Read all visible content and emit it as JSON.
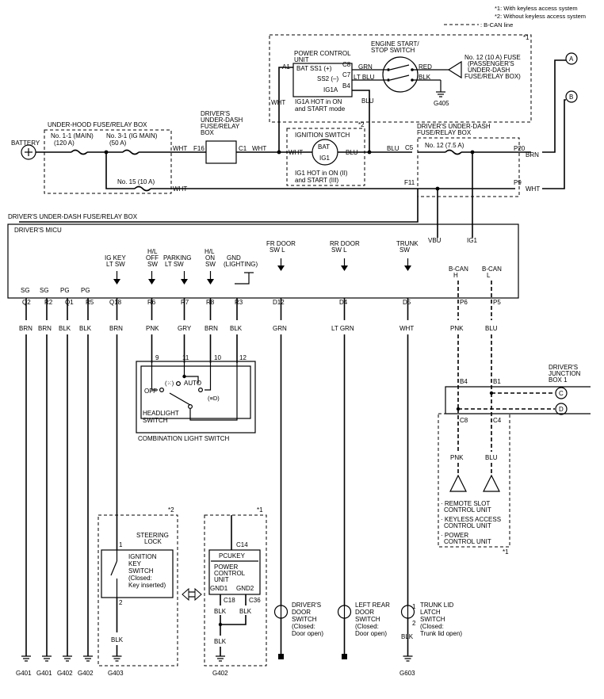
{
  "legend": {
    "note1": "*1: With keyless access system",
    "note2": "*2: Without keyless access system",
    "note3": ": B-CAN line"
  },
  "connectors": {
    "a": "A",
    "b": "B",
    "c": "C",
    "d": "D"
  },
  "top_block": {
    "marker": "*1",
    "pcu_l1": "POWER CONTROL",
    "pcu_l2": "UNIT",
    "a1": "A1",
    "bat_ss1": "BAT SS1 (+)",
    "ss2": "SS2 (–)",
    "ig1a": "IG1A",
    "c8": "C8",
    "c7": "C7",
    "b4": "B4",
    "grn": "GRN",
    "lt_blu": "LT BLU",
    "red": "RED",
    "blk": "BLK",
    "estart_l1": "ENGINE START/",
    "estart_l2": "STOP SWITCH",
    "fuse12_l1": "No. 12 (10 A) FUSE",
    "fuse12_l2": "(PASSENGER'S",
    "fuse12_l3": "UNDER-DASH",
    "fuse12_l4": "FUSE/RELAY BOX)",
    "g405": "G405",
    "wht": "WHT",
    "blu": "BLU",
    "ig1a_note_l1": "IG1A HOT in ON",
    "ig1a_note_l2": "and START mode"
  },
  "ignition": {
    "marker": "*2",
    "title": "IGNITION SWITCH",
    "bat": "BAT",
    "ig1": "IG1",
    "wht": "WHT",
    "blu": "BLU",
    "note_l1": "IG1 HOT in ON (II)",
    "note_l2": "and START (III)"
  },
  "power": {
    "battery": "BATTERY",
    "uhood": "UNDER-HOOD FUSE/RELAY BOX",
    "main1_l1": "No. 1-1 (MAIN)",
    "main1_l2": "(120 A)",
    "main3_l1": "No. 3-1 (IG MAIN)",
    "main3_l2": "(50 A)",
    "fuse15": "No. 15 (10 A)",
    "wht1": "WHT",
    "wht2": "WHT",
    "wht3": "WHT",
    "f16": "F16",
    "c1": "C1",
    "dud_l1": "DRIVER'S",
    "dud_l2": "UNDER-DASH",
    "dud_l3": "FUSE/RELAY",
    "dud_l4": "BOX",
    "blu": "BLU",
    "c5": "C5",
    "dud2_l1": "DRIVER'S UNDER-DASH",
    "dud2_l2": "FUSE/RELAY BOX",
    "fuse12": "No. 12 (7.5 A)",
    "p20": "P20",
    "brn": "BRN",
    "f11": "F11",
    "p9": "P9",
    "wht4": "WHT",
    "vbu": "VBU",
    "ig1": "IG1"
  },
  "micu": {
    "dud_label": "DRIVER'S UNDER-DASH FUSE/RELAY BOX",
    "title": "DRIVER'S MICU",
    "inputs": {
      "sg1": "SG",
      "sg2": "SG",
      "pg1": "PG",
      "pg2": "PG",
      "igkey_l1": "IG KEY",
      "igkey_l2": "LT SW",
      "hloff_l1": "H/L",
      "hloff_l2": "OFF",
      "hloff_l3": "SW",
      "park_l1": "PARKING",
      "park_l2": "LT SW",
      "hlon_l1": "H/L",
      "hlon_l2": "ON",
      "hlon_l3": "SW",
      "gnd_l1": "GND",
      "gnd_l2": "(LIGHTING)",
      "frdoor_l1": "FR DOOR",
      "frdoor_l2": "SW L",
      "rrdoor_l1": "RR DOOR",
      "rrdoor_l2": "SW L",
      "trunk_l1": "TRUNK",
      "trunk_l2": "SW",
      "bcanh_l1": "B-CAN",
      "bcanh_l2": "H",
      "bcanl_l1": "B-CAN",
      "bcanl_l2": "L"
    },
    "pins": [
      "Q2",
      "R2",
      "Q1",
      "R5",
      "Q18",
      "R6",
      "R7",
      "R8",
      "R3",
      "D12",
      "D4",
      "D5",
      "P6",
      "P5"
    ],
    "colors": [
      "BRN",
      "BRN",
      "BLK",
      "BLK",
      "BRN",
      "PNK",
      "GRY",
      "BRN",
      "BLK",
      "GRN",
      "LT GRN",
      "WHT",
      "PNK",
      "BLU"
    ]
  },
  "combo": {
    "p9": "9",
    "p11": "11",
    "p10": "10",
    "p12": "12",
    "off": "OFF",
    "auto": "AUTO",
    "pos_park": "(⁙)",
    "pos_head": "(≡D)",
    "hl_l1": "HEADLIGHT",
    "hl_l2": "SWITCH",
    "title": "COMBINATION LIGHT SWITCH"
  },
  "junction": {
    "title_l1": "DRIVER'S",
    "title_l2": "JUNCTION",
    "title_l3": "BOX 1",
    "b4": "B4",
    "b1": "B1",
    "c8": "C8",
    "c4": "C4",
    "pnk": "PNK",
    "blu": "BLU",
    "remote_l1": "· REMOTE SLOT",
    "remote_l2": "CONTROL UNIT",
    "keyless_l1": "· KEYLESS ACCESS",
    "keyless_l2": "CONTROL UNIT",
    "pcu_l1": "· POWER",
    "pcu_l2": "CONTROL UNIT",
    "marker": "*1"
  },
  "steering": {
    "marker": "*2",
    "title_l1": "STEERING",
    "title_l2": "LOCK",
    "pin1": "1",
    "pin2": "2",
    "sw_l1": "IGNITION",
    "sw_l2": "KEY",
    "sw_l3": "SWITCH",
    "sw_l4": "(Closed:",
    "sw_l5": "Key inserted)",
    "blk": "BLK",
    "ground": "G403"
  },
  "pcukey": {
    "marker": "*1",
    "c14": "C14",
    "title": "PCUKEY",
    "l1": "POWER",
    "l2": "CONTROL",
    "l3": "UNIT",
    "gnd1": "GND1",
    "gnd2": "GND2",
    "c18": "C18",
    "c36": "C36",
    "blk1": "BLK",
    "blk2": "BLK",
    "blk3": "BLK",
    "ground": "G402"
  },
  "door_switches": {
    "dr_l1": "DRIVER'S",
    "dr_l2": "DOOR",
    "dr_l3": "SWITCH",
    "dr_l4": "(Closed:",
    "dr_l5": "Door open)",
    "lr_l1": "LEFT REAR",
    "lr_l2": "DOOR",
    "lr_l3": "SWITCH",
    "lr_l4": "(Closed:",
    "lr_l5": "Door open)",
    "tr_l1": "TRUNK LID",
    "tr_l2": "LATCH",
    "tr_l3": "SWITCH",
    "tr_l4": "(Closed:",
    "tr_l5": "Trunk lid open)",
    "tr_pin1": "1",
    "tr_pin2": "2",
    "tr_blk": "BLK"
  },
  "grounds": [
    "G401",
    "G401",
    "G402",
    "G402",
    "G603"
  ]
}
